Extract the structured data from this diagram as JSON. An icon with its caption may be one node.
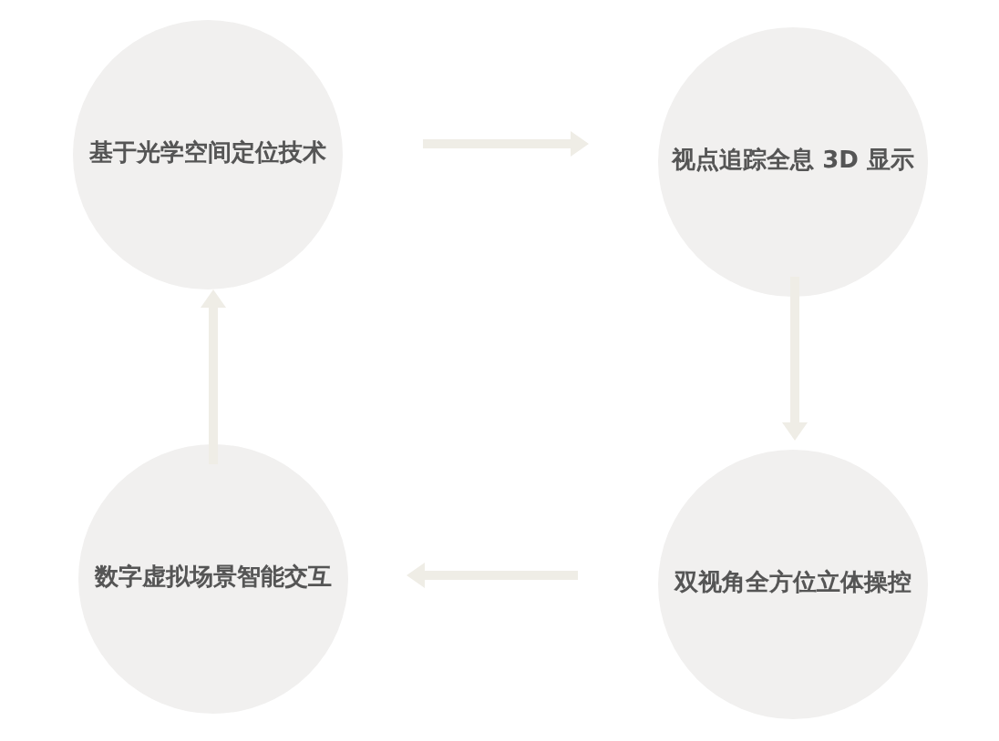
{
  "diagram": {
    "nodes": [
      {
        "text": [
          "基于光学空间定位技术"
        ]
      },
      {
        "text": [
          "视点追踪全息 3D 显示"
        ]
      },
      {
        "text": [
          "数字虚拟场景智能交互"
        ]
      },
      {
        "text": [
          "双视角全方位立体操控"
        ]
      }
    ],
    "edges": [
      {
        "from": 0,
        "to": 1,
        "arrow": "to"
      },
      {
        "from": 1,
        "to": 3,
        "arrow": "to"
      },
      {
        "from": 3,
        "to": 2,
        "arrow": "to"
      },
      {
        "from": 2,
        "to": 0,
        "arrow": "to"
      }
    ]
  }
}
